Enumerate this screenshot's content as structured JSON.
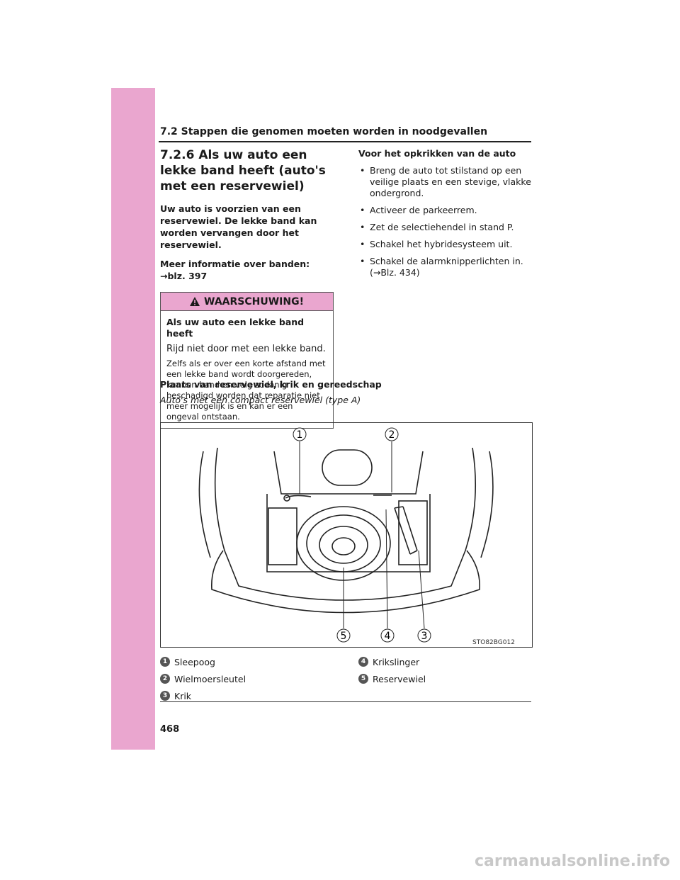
{
  "section_header": "7.2  Stappen die genomen moeten worden in noodgevallen",
  "title": "7.2.6  Als uw auto een lekke band heeft (auto's met een reservewiel)",
  "intro": "Uw auto is voorzien van een reservewiel. De lekke band kan worden vervangen door het reservewiel.",
  "more_info_label": "Meer informatie over banden:",
  "more_info_ref": "→blz. 397",
  "warning": {
    "heading": "WAARSCHUWING!",
    "subheading": "Als uw auto een lekke band heeft",
    "line1": "Rijd niet door met een lekke band.",
    "line2": "Zelfs als er over een korte afstand met een lekke band wordt doorgereden, kunnen band en velg zodanig beschadigd worden dat reparatie niet meer mogelijk is en kan er een ongeval ontstaan."
  },
  "prep": {
    "heading": "Voor het opkrikken van de auto",
    "bullets": [
      "Breng de auto tot stilstand op een veilige plaats en een stevige, vlakke ondergrond.",
      "Activeer de parkeerrem.",
      "Zet de selectiehendel in stand P.",
      "Schakel het hybridesysteem uit.",
      "Schakel de alarmknipperlichten in. (→Blz. 434)"
    ]
  },
  "location_heading": "Plaats van reservewiel, krik en gereedschap",
  "variant_label": "Auto's met een compact reservewiel (type A)",
  "figure": {
    "code": "STO82BG012",
    "callouts": [
      "1",
      "2",
      "3",
      "4",
      "5"
    ]
  },
  "legend_left": [
    {
      "num": "1",
      "label": "Sleepoog"
    },
    {
      "num": "2",
      "label": "Wielmoersleutel"
    },
    {
      "num": "3",
      "label": "Krik"
    }
  ],
  "legend_right": [
    {
      "num": "4",
      "label": "Krikslinger"
    },
    {
      "num": "5",
      "label": "Reservewiel"
    }
  ],
  "page_number": "468",
  "watermark": "carmanualsonline.info",
  "colors": {
    "accent": "#eaa6cf"
  }
}
